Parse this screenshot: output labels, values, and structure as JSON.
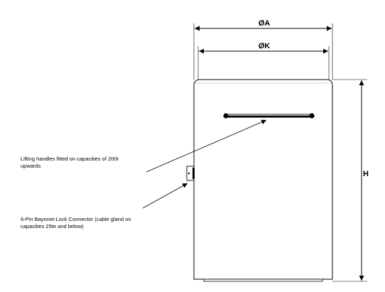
{
  "dimensions": {
    "outer_diameter_label": "ØA",
    "inner_diameter_label": "ØK",
    "height_label": "H"
  },
  "annotations": {
    "lifting_handles": {
      "line1": "Lifting handles fitted on capacities of 200t",
      "line2": "upwards"
    },
    "connector": {
      "line1": "6-Pin Bayonet-Lock Connector (cable gland on",
      "line2": "capacities 25te and below)"
    }
  },
  "colors": {
    "ink": "#000000",
    "body_fill": "#ffffff"
  }
}
